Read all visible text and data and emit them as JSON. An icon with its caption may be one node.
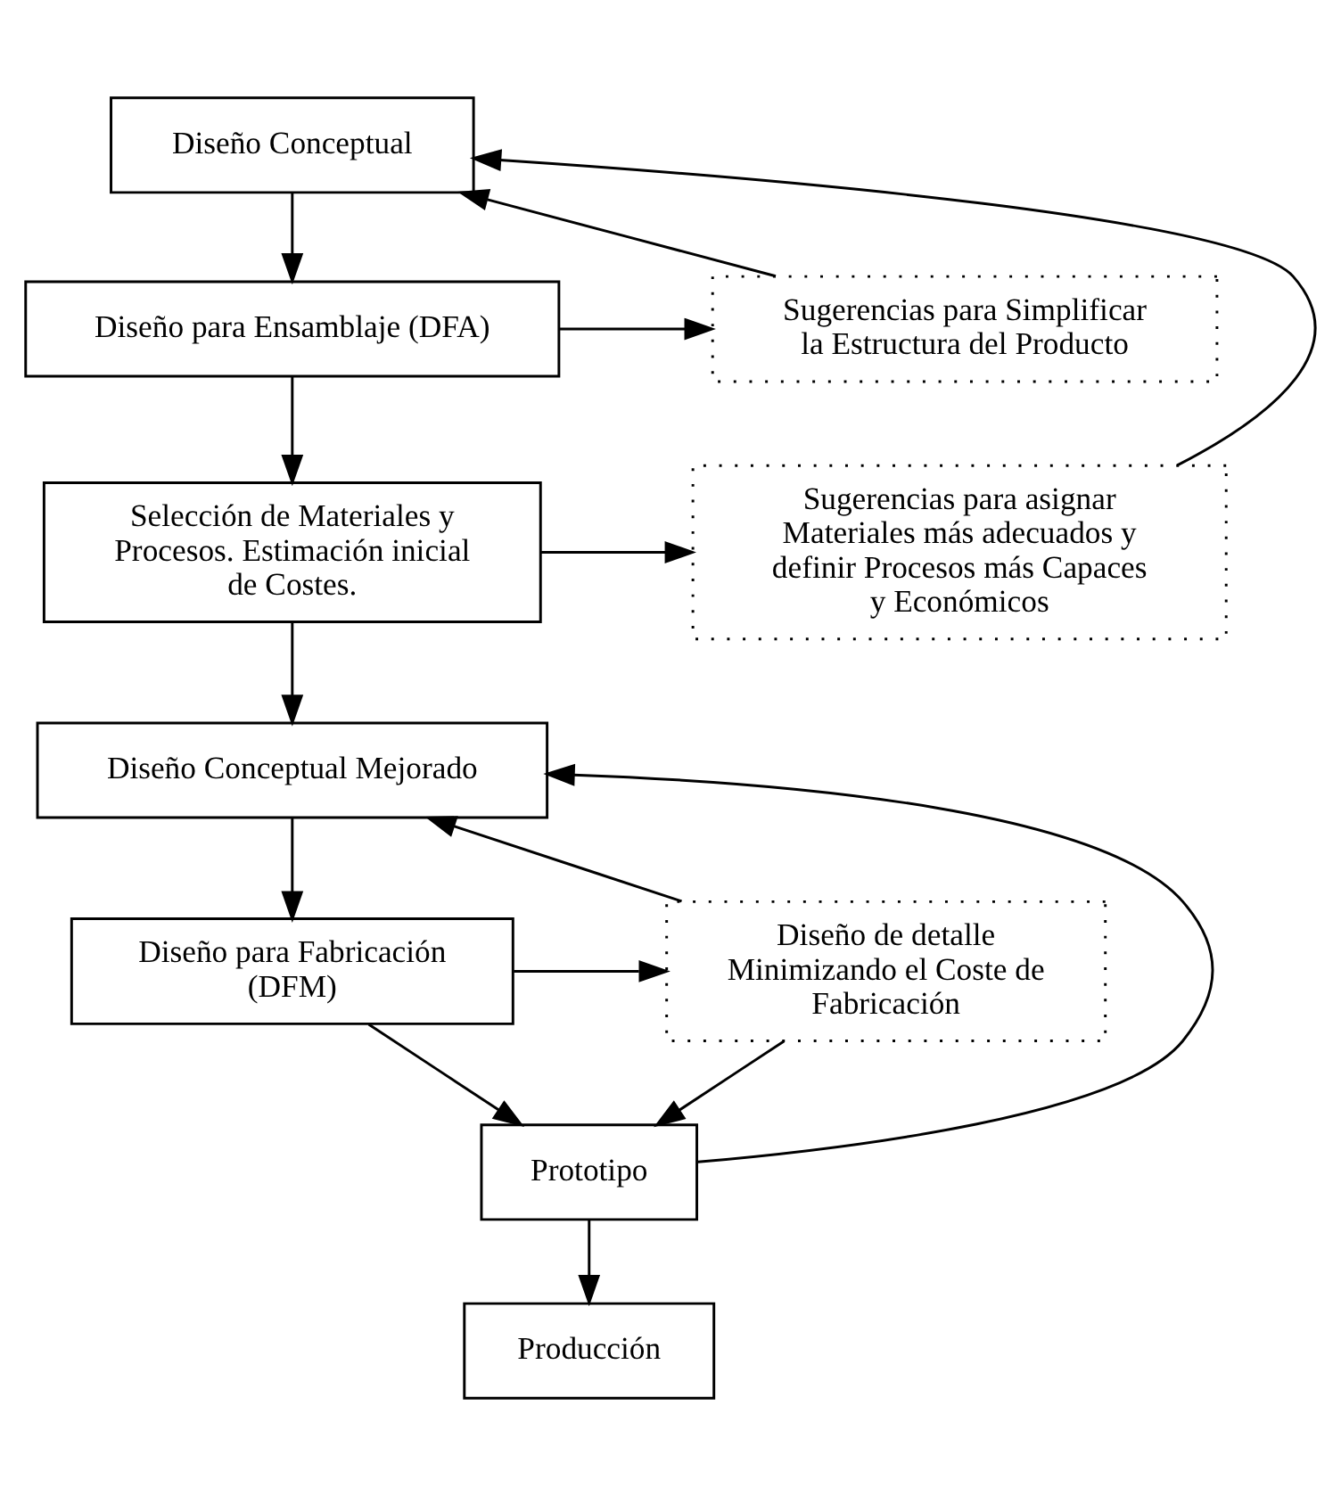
{
  "diagram": {
    "nodes": [
      {
        "text": [
          "Diseño Conceptual"
        ]
      },
      {
        "text": [
          "Diseño para Ensamblaje (DFA)"
        ]
      },
      {
        "text": [
          "Sugerencias para Simplificar la Estructura del Producto"
        ]
      },
      {
        "text": [
          "Selección de Materiales y Procesos. Estimación inicial de Costes."
        ]
      },
      {
        "text": [
          "Sugerencias para asignar Materiales más adecuados y definir Procesos más Capaces y Económicos"
        ]
      },
      {
        "text": [
          "Diseño Conceptual Mejorado"
        ]
      },
      {
        "text": [
          "Diseño para Fabricación (DFM)"
        ]
      },
      {
        "text": [
          "Diseño de detalle Minimizando el Coste de Fabricación"
        ]
      },
      {
        "text": [
          "Prototipo"
        ]
      },
      {
        "text": [
          "Producción"
        ]
      }
    ],
    "edges": [
      {
        "from": 0,
        "to": 1,
        "arrow": "to"
      },
      {
        "from": 1,
        "to": 2,
        "arrow": "to"
      },
      {
        "from": 2,
        "to": 0,
        "arrow": "to"
      },
      {
        "from": 1,
        "to": 3,
        "arrow": "to"
      },
      {
        "from": 3,
        "to": 4,
        "arrow": "to"
      },
      {
        "from": 4,
        "to": 0,
        "arrow": "to"
      },
      {
        "from": 3,
        "to": 5,
        "arrow": "to"
      },
      {
        "from": 5,
        "to": 6,
        "arrow": "to"
      },
      {
        "from": 6,
        "to": 7,
        "arrow": "to"
      },
      {
        "from": 7,
        "to": 5,
        "arrow": "to"
      },
      {
        "from": 7,
        "to": 8,
        "arrow": "to"
      },
      {
        "from": 8,
        "to": 5,
        "arrow": "to"
      },
      {
        "from": 6,
        "to": 8,
        "arrow": "to"
      },
      {
        "from": 8,
        "to": 9,
        "arrow": "to"
      }
    ]
  }
}
